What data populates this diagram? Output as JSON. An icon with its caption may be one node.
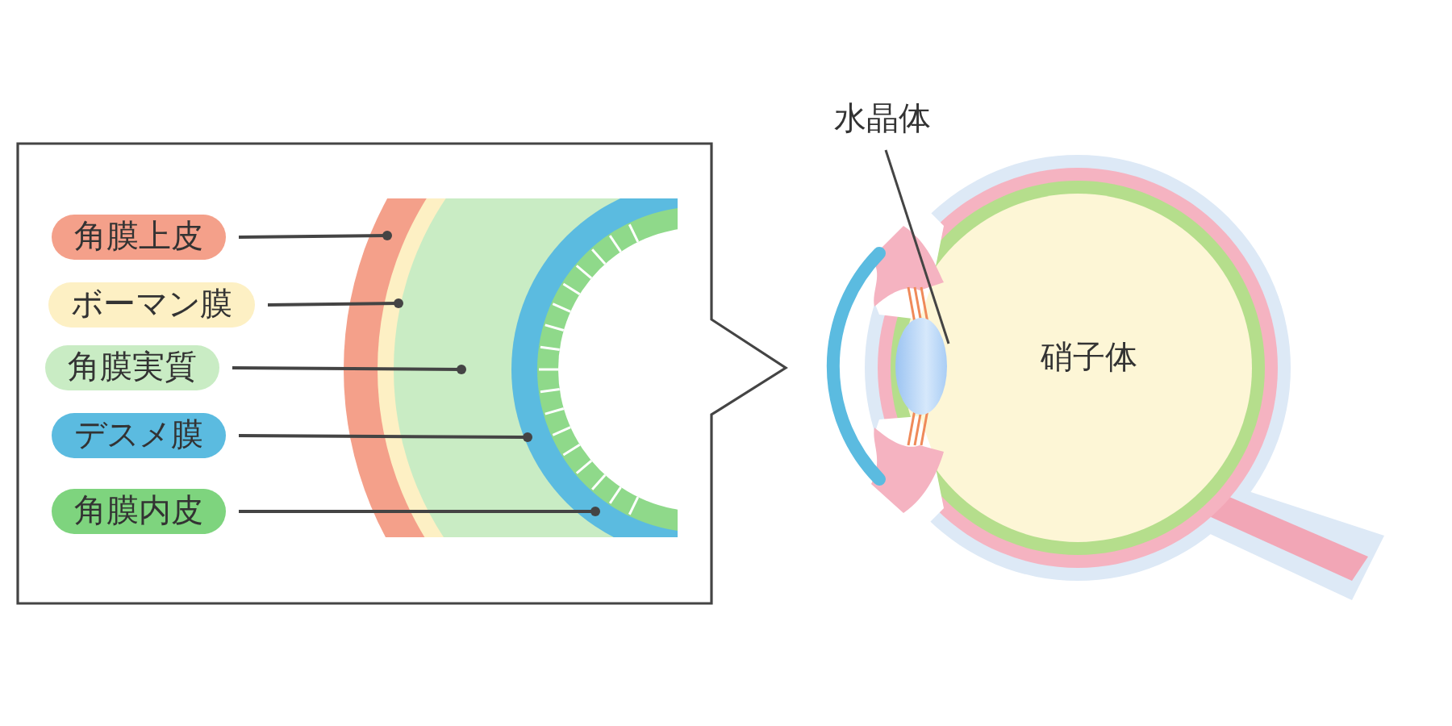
{
  "diagram": {
    "nodes": [
      {
        "text": [],
        "shape": "box"
      },
      {
        "text": [
          "角膜上皮"
        ],
        "in": 0
      },
      {
        "text": [
          "ボーマン膜"
        ],
        "in": 0
      },
      {
        "text": [
          "角膜実質"
        ],
        "in": 0
      },
      {
        "text": [
          "デスメ膜"
        ],
        "in": 0
      },
      {
        "text": [
          "角膜内皮"
        ],
        "in": 0
      },
      {
        "text": [
          "水晶体"
        ]
      }
    ],
    "edges": [
      {
        "from": 1,
        "to": null,
        "arrow": "other"
      },
      {
        "from": 2,
        "to": null,
        "arrow": "other"
      },
      {
        "from": 3,
        "to": null,
        "arrow": "other"
      },
      {
        "from": 4,
        "to": null,
        "arrow": "other"
      },
      {
        "from": 5,
        "to": null,
        "arrow": "other"
      },
      {
        "from": 6,
        "to": null,
        "arrow": "none"
      }
    ],
    "labels": [
      "硝子体"
    ]
  }
}
